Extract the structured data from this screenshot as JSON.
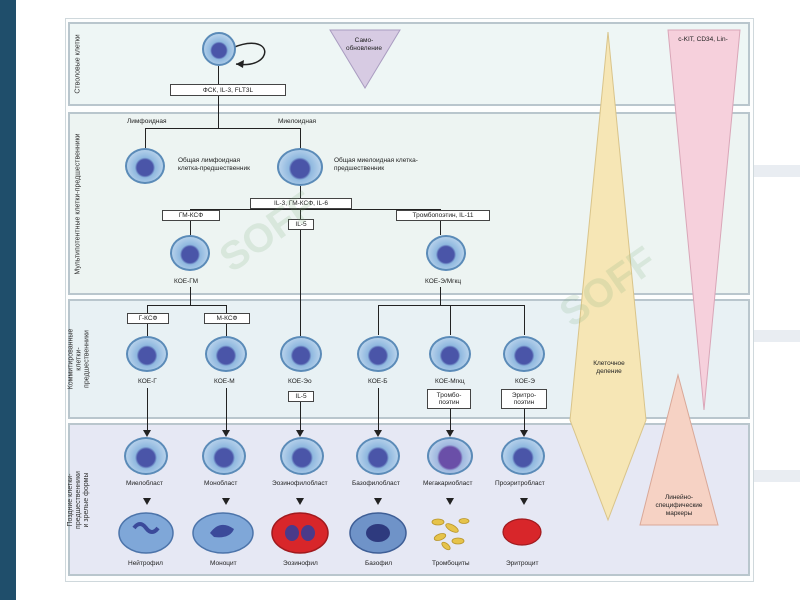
{
  "bands": [
    {
      "label": "Стволовые клетки"
    },
    {
      "label": "Мультипотентные клетки-предшественники"
    },
    {
      "label": "Коммитированные клетки-предшественники"
    },
    {
      "label": "Поздние клетки-предшественники и зрелые формы"
    }
  ],
  "self_renewal": "Само-обновление",
  "cytokines_top": "ФСК, IL-3, FLT3L",
  "branch_lymphoid": "Лимфоидная",
  "branch_myeloid": "Миелоидная",
  "common_lymphoid": "Общая лимфоидная клетка-предшественник",
  "common_myeloid": "Общая миелоидная клетка-предшественник",
  "cytokines_mid": "IL-3, ГМ-КСФ, IL-6",
  "gm_csf": "ГМ-КСФ",
  "il5_upper": "IL-5",
  "tpo_il11": "Тромбопоэтин, IL-11",
  "cfu_gm": "КОЕ-ГМ",
  "cfu_e_mk": "КОЕ-Э/Мгкц",
  "g_csf": "Г-КСФ",
  "m_csf": "М-КСФ",
  "committed": [
    "КОЕ-Г",
    "КОЕ-М",
    "КОЕ-Эо",
    "КОЕ-Б",
    "КОЕ-Мгкц",
    "КОЕ-Э"
  ],
  "il5_lower": "IL-5",
  "tpo": "Тромбо-поэтин",
  "epo": "Эритро-поэтин",
  "late": [
    "Миелобласт",
    "Монобласт",
    "Эозинофилобласт",
    "Базофилобласт",
    "Мегакариобласт",
    "Проэритробласт"
  ],
  "mature": [
    "Нейтрофил",
    "Моноцит",
    "Эозинофил",
    "Базофил",
    "Тромбоциты",
    "Эритроцит"
  ],
  "marker_top": "c-KIT, CD34, Lin-",
  "triangle_mid": "Клеточное деление",
  "triangle_bottom": "Линейно-специфические маркеры",
  "watermark": "SOFF",
  "colors": {
    "band_top": "#eef6f5",
    "band_mid": "#edf4f2",
    "band_low": "#e8f1f4",
    "band_bottom": "#e6e8f4",
    "tri_yellow": "#f6e6b5",
    "tri_pink": "#f6d0dc",
    "tri_salmon": "#f6d2c4",
    "tri_purple": "#d7cbe3"
  }
}
